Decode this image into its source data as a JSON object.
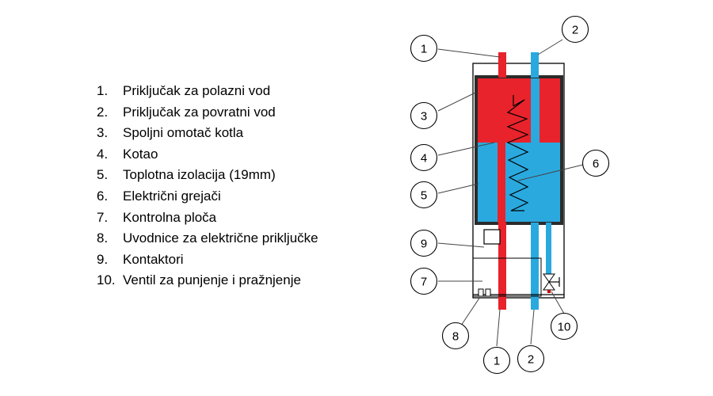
{
  "legend": [
    {
      "number": "1.",
      "label": "Priključak za polazni vod"
    },
    {
      "number": "2.",
      "label": "Priključak za povratni vod"
    },
    {
      "number": "3.",
      "label": "Spoljni omotač kotla"
    },
    {
      "number": "4.",
      "label": "Kotao"
    },
    {
      "number": "5.",
      "label": "Toplotna izolacija (19mm)"
    },
    {
      "number": "6.",
      "label": "Električni grejači"
    },
    {
      "number": "7.",
      "label": "Kontrolna ploča"
    },
    {
      "number": "8.",
      "label": "Uvodnice za električne priključke"
    },
    {
      "number": "9.",
      "label": "Kontaktori"
    },
    {
      "number": "10.",
      "label": "Ventil za punjenje i pražnjenje"
    }
  ],
  "callouts": {
    "supply_top": "1",
    "return_top": "2",
    "outer_casing": "3",
    "boiler": "4",
    "insulation": "5",
    "heaters": "6",
    "control_panel": "7",
    "cable_glands": "8",
    "contactors": "9",
    "valve": "10",
    "supply_bottom": "1",
    "return_bottom": "2"
  },
  "colors": {
    "hot_water": "#e8232b",
    "cold_water": "#2aa9df",
    "outline": "#000000",
    "callout_line": "#444444",
    "valve_red": "#cc0000"
  }
}
